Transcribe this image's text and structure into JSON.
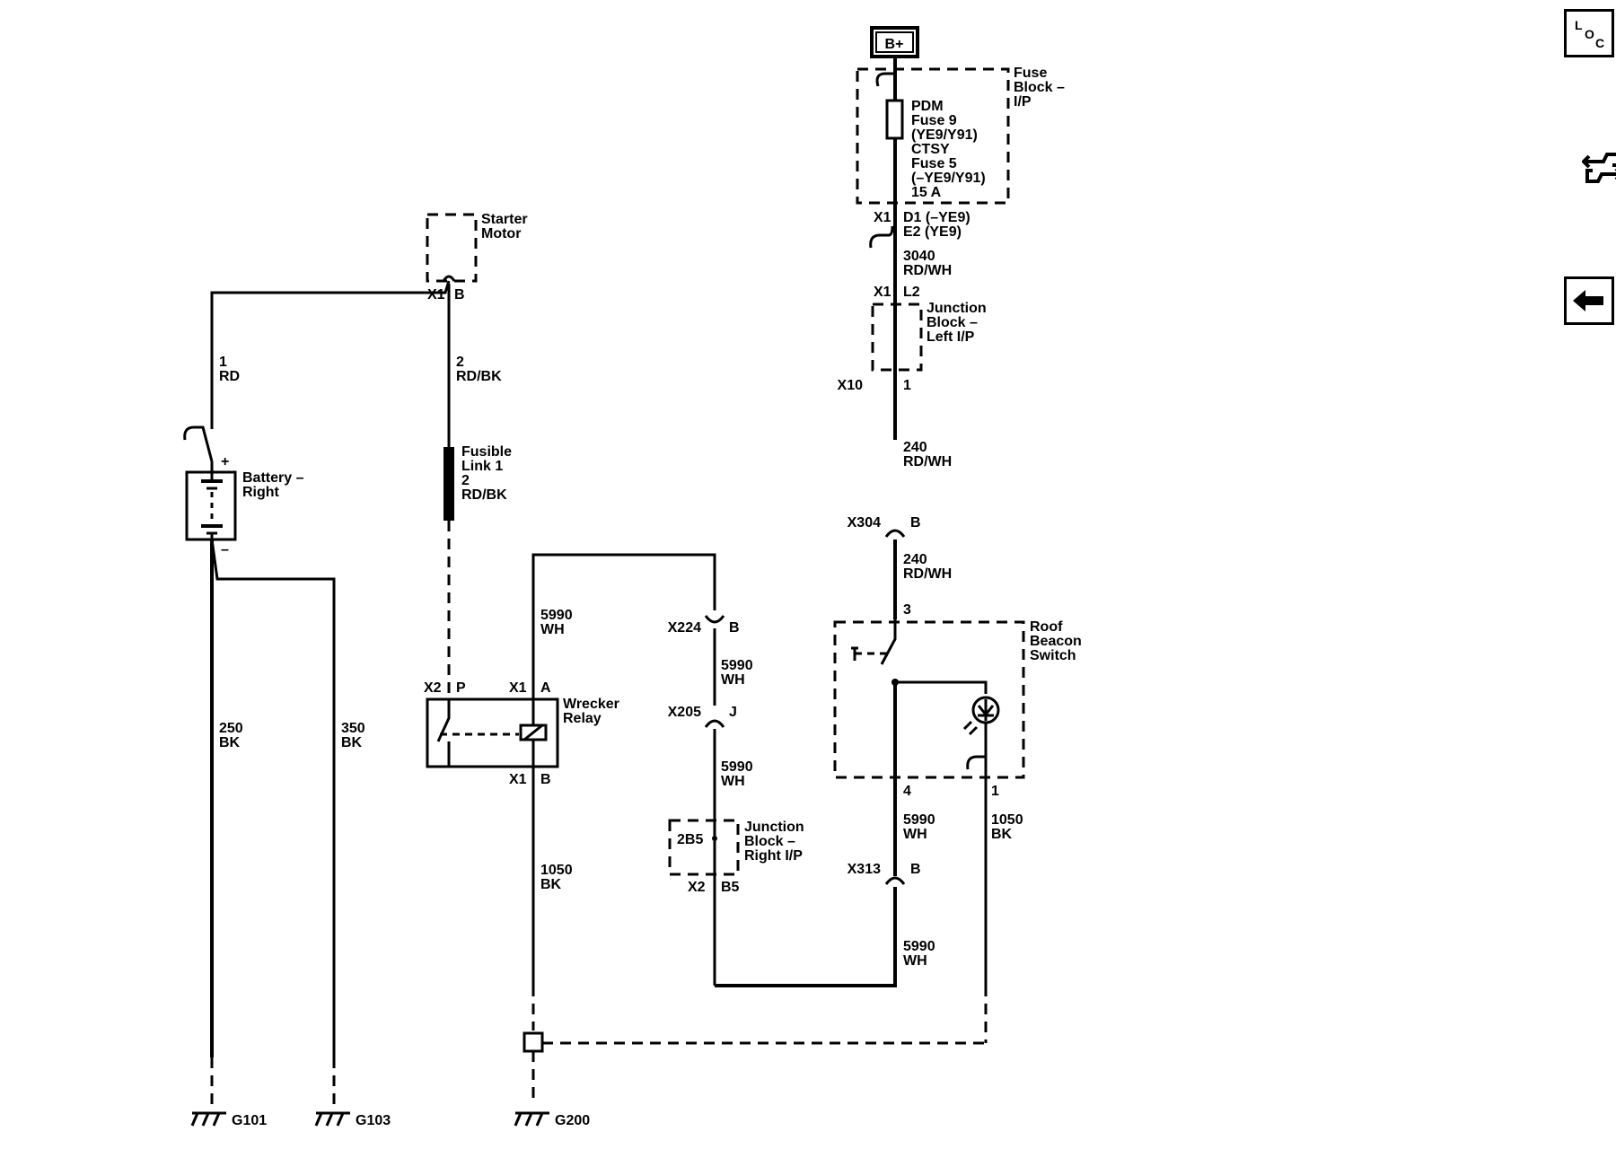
{
  "power": {
    "label": "B+"
  },
  "fuse_block": {
    "name_lines": [
      "Fuse",
      "Block –",
      "I/P"
    ],
    "fuse_lines": [
      "PDM",
      "Fuse 9",
      "(YE9/Y91)",
      "CTSY",
      "Fuse 5",
      "(–YE9/Y91)",
      "15 A"
    ],
    "connector": "X1",
    "pin_lines": [
      "D1 (–YE9)",
      "E2 (YE9)"
    ]
  },
  "wires": {
    "w3040": [
      "3040",
      "RD/WH"
    ],
    "w240a": [
      "240",
      "RD/WH"
    ],
    "w240b": [
      "240",
      "RD/WH"
    ],
    "w1rd": [
      "1",
      "RD"
    ],
    "w2rdbk": [
      "2",
      "RD/BK"
    ],
    "w250": [
      "250",
      "BK"
    ],
    "w350": [
      "350",
      "BK"
    ],
    "w5990a": [
      "5990",
      "WH"
    ],
    "w5990b": [
      "5990",
      "WH"
    ],
    "w5990c": [
      "5990",
      "WH"
    ],
    "w5990d": [
      "5990",
      "WH"
    ],
    "w5990e": [
      "5990",
      "WH"
    ],
    "w1050a": [
      "1050",
      "BK"
    ],
    "w1050b": [
      "1050",
      "BK"
    ]
  },
  "junction_left": {
    "name_lines": [
      "Junction",
      "Block –",
      "Left I/P"
    ],
    "conn_top": "X1",
    "pin_top": "L2",
    "conn_bottom": "X10",
    "pin_bottom": "1"
  },
  "x304": {
    "conn": "X304",
    "pin": "B"
  },
  "x313": {
    "conn": "X313",
    "pin": "B"
  },
  "x224": {
    "conn": "X224",
    "pin": "B"
  },
  "x205": {
    "conn": "X205",
    "pin": "J"
  },
  "starter": {
    "name_lines": [
      "Starter",
      "Motor"
    ],
    "conn": "X1",
    "pin": "B"
  },
  "battery": {
    "name_lines": [
      "Battery –",
      "Right"
    ],
    "plus": "+",
    "minus": "–"
  },
  "fusible_link": {
    "name_lines": [
      "Fusible",
      "Link 1",
      "2",
      "RD/BK"
    ]
  },
  "relay": {
    "name_lines": [
      "Wrecker",
      "Relay"
    ],
    "conn_p": "X2",
    "pin_p": "P",
    "conn_a": "X1",
    "pin_a": "A",
    "conn_b": "X1",
    "pin_b": "B"
  },
  "junction_right": {
    "name_lines": [
      "Junction",
      "Block –",
      "Right I/P"
    ],
    "inner": "2B5",
    "conn": "X2",
    "pin": "B5"
  },
  "switch": {
    "name_lines": [
      "Roof",
      "Beacon",
      "Switch"
    ],
    "pin_in": "3",
    "pin_out": "4",
    "pin_lamp": "1"
  },
  "grounds": {
    "g101": "G101",
    "g103": "G103",
    "g200": "G200"
  },
  "nav": {
    "loc_letters": [
      "L",
      "O",
      "C"
    ]
  }
}
